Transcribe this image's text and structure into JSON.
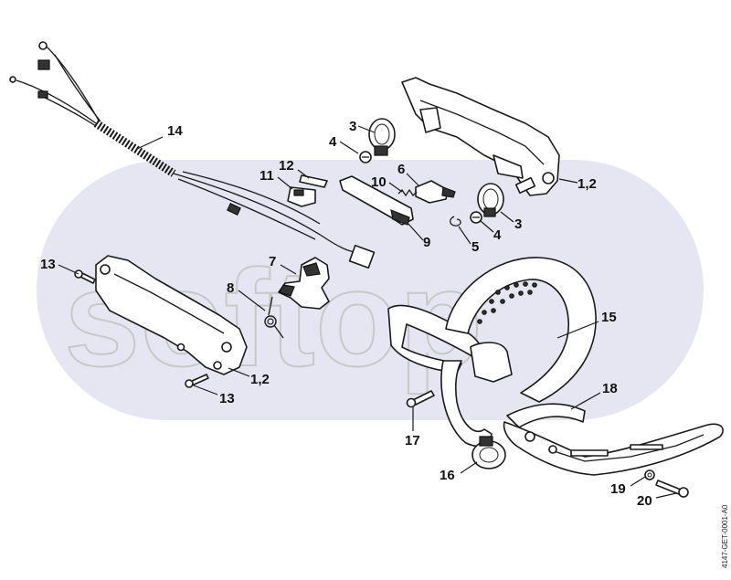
{
  "watermark": {
    "text": "softop",
    "color": "#e6e6f2"
  },
  "doc_id": "4147-GET-0001-A0",
  "callouts": {
    "c14": "14",
    "c3_top": "3",
    "c4_top": "4",
    "c12": "12",
    "c11": "11",
    "c6": "6",
    "c10": "10",
    "c9": "9",
    "c5": "5",
    "c4_right": "4",
    "c3_right": "3",
    "c12_right": "1,2",
    "c13_top": "13",
    "c7": "7",
    "c8": "8",
    "c12_left": "1,2",
    "c13_bottom": "13",
    "c15": "15",
    "c18": "18",
    "c17": "17",
    "c16": "16",
    "c19": "19",
    "c20": "20"
  }
}
